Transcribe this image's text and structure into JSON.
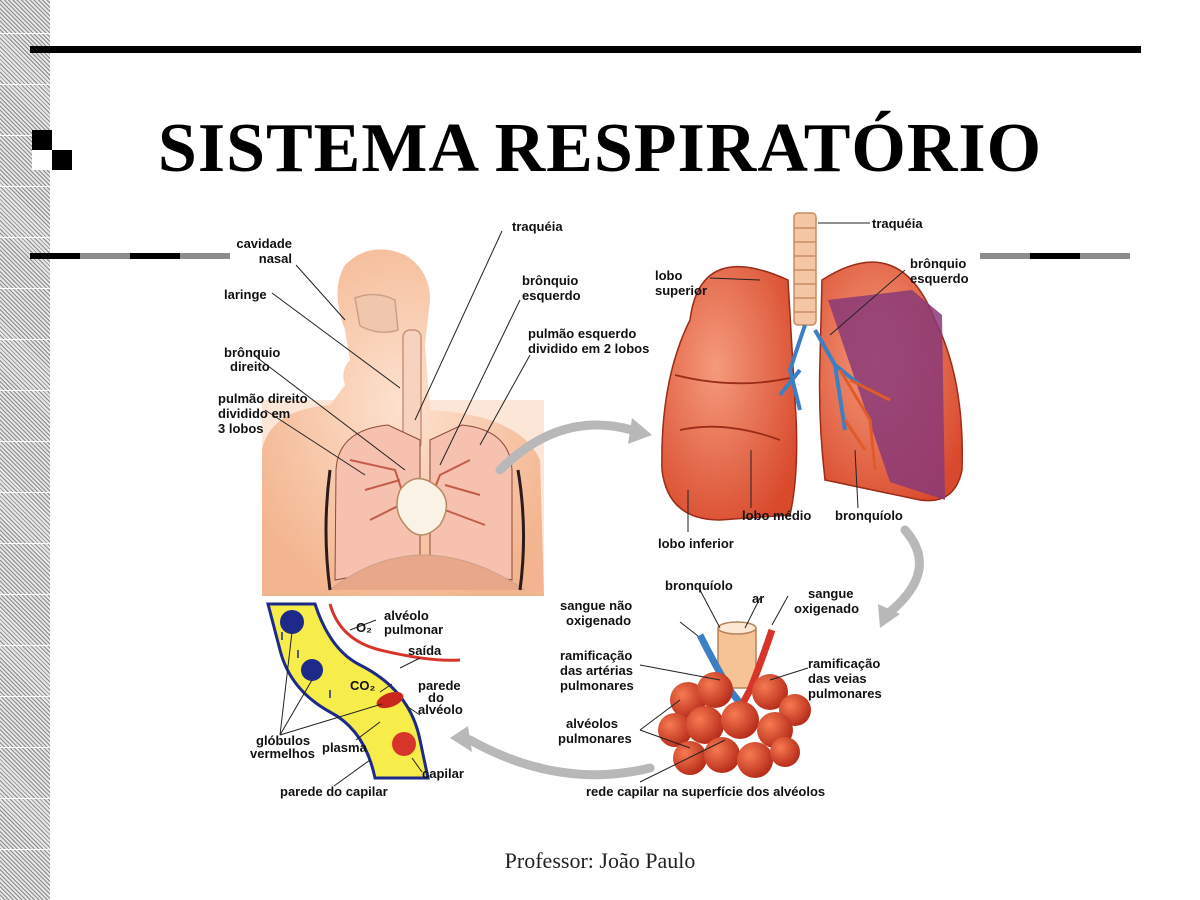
{
  "slide": {
    "title": "SISTEMA RESPIRATÓRIO",
    "footer": "Professor: João Paulo"
  },
  "colors": {
    "skin": "#f9c9a8",
    "lung": "#e8603e",
    "lung_dark": "#c63f24",
    "vein_blue": "#3d7fc4",
    "artery_red": "#d8352a",
    "lobe_purple": "#8a3a78",
    "plasma_yellow": "#f6ec4a",
    "cell_blue": "#1d2a8a",
    "arrow_gray": "#b8b8b8"
  },
  "labels": {
    "body": {
      "cavidade_nasal": [
        "cavidade",
        "nasal"
      ],
      "laringe": [
        "laringe"
      ],
      "traqueia": [
        "traquéia"
      ],
      "bronquio_esquerdo": [
        "brônquio",
        "esquerdo"
      ],
      "pulmao_esquerdo": [
        "pulmão esquerdo",
        "dividido em 2 lobos"
      ],
      "bronquio_direito": [
        "brônquio",
        "direito"
      ],
      "pulmao_direito": [
        "pulmão direito",
        "dividido em",
        "3 lobos"
      ]
    },
    "lungs": {
      "traqueia": [
        "traquéia"
      ],
      "lobo_superior": [
        "lobo",
        "superior"
      ],
      "bronquio_esquerdo": [
        "brônquio",
        "esquerdo"
      ],
      "lobo_inferior": [
        "lobo inferior"
      ],
      "lobo_medio": [
        "lobo médio"
      ],
      "bronquiolo": [
        "bronquíolo"
      ]
    },
    "alveoli": {
      "bronquiolo": [
        "bronquíolo"
      ],
      "sangue_nao_oxigenado": [
        "sangue não",
        "oxigenado"
      ],
      "ar": [
        "ar"
      ],
      "sangue_oxigenado": [
        "sangue",
        "oxigenado"
      ],
      "ramificacao_arterias": [
        "ramificação",
        "das artérias",
        "pulmonares"
      ],
      "ramificacao_veias": [
        "ramificação",
        "das veias",
        "pulmonares"
      ],
      "alveolos_pulmonares": [
        "alvéolos",
        "pulmonares"
      ],
      "rede_capilar": [
        "rede capilar na superfície dos alvéolos"
      ]
    },
    "capillary": {
      "alveolo_pulmonar": [
        "alvéolo",
        "pulmonar"
      ],
      "o2": [
        "O₂"
      ],
      "saida": [
        "saída"
      ],
      "co2": [
        "CO₂"
      ],
      "parede_alveolo": [
        "parede",
        "do",
        "alvéolo"
      ],
      "globulos_vermelhos": [
        "glóbulos",
        "vermelhos"
      ],
      "plasma": [
        "plasma"
      ],
      "capilar": [
        "capilar"
      ],
      "parede_capilar": [
        "parede do capilar"
      ]
    }
  }
}
